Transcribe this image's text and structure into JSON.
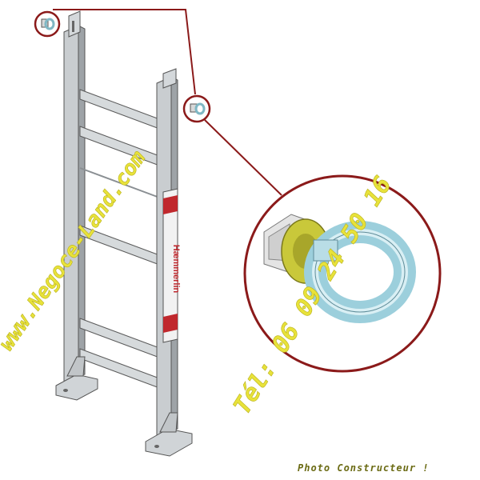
{
  "product": {
    "brand_label": "Hæmmerlin"
  },
  "watermark": {
    "website": "www.Negoce-Land.com",
    "phone": "Tél: 06 09 24 50 16",
    "color": "#e8e23a"
  },
  "footer": {
    "credit": "Photo Constructeur !"
  },
  "colors": {
    "ladder_frame": "#b8bcbf",
    "brand_band": "#c0282d",
    "callout_circle": "#8b1a1a",
    "washer": "#c9c83a",
    "eye_bolt": "#b9dde6"
  },
  "icons": {
    "eye_bolt_top_left": "eye-bolt-icon",
    "eye_bolt_top_right": "eye-bolt-icon"
  }
}
